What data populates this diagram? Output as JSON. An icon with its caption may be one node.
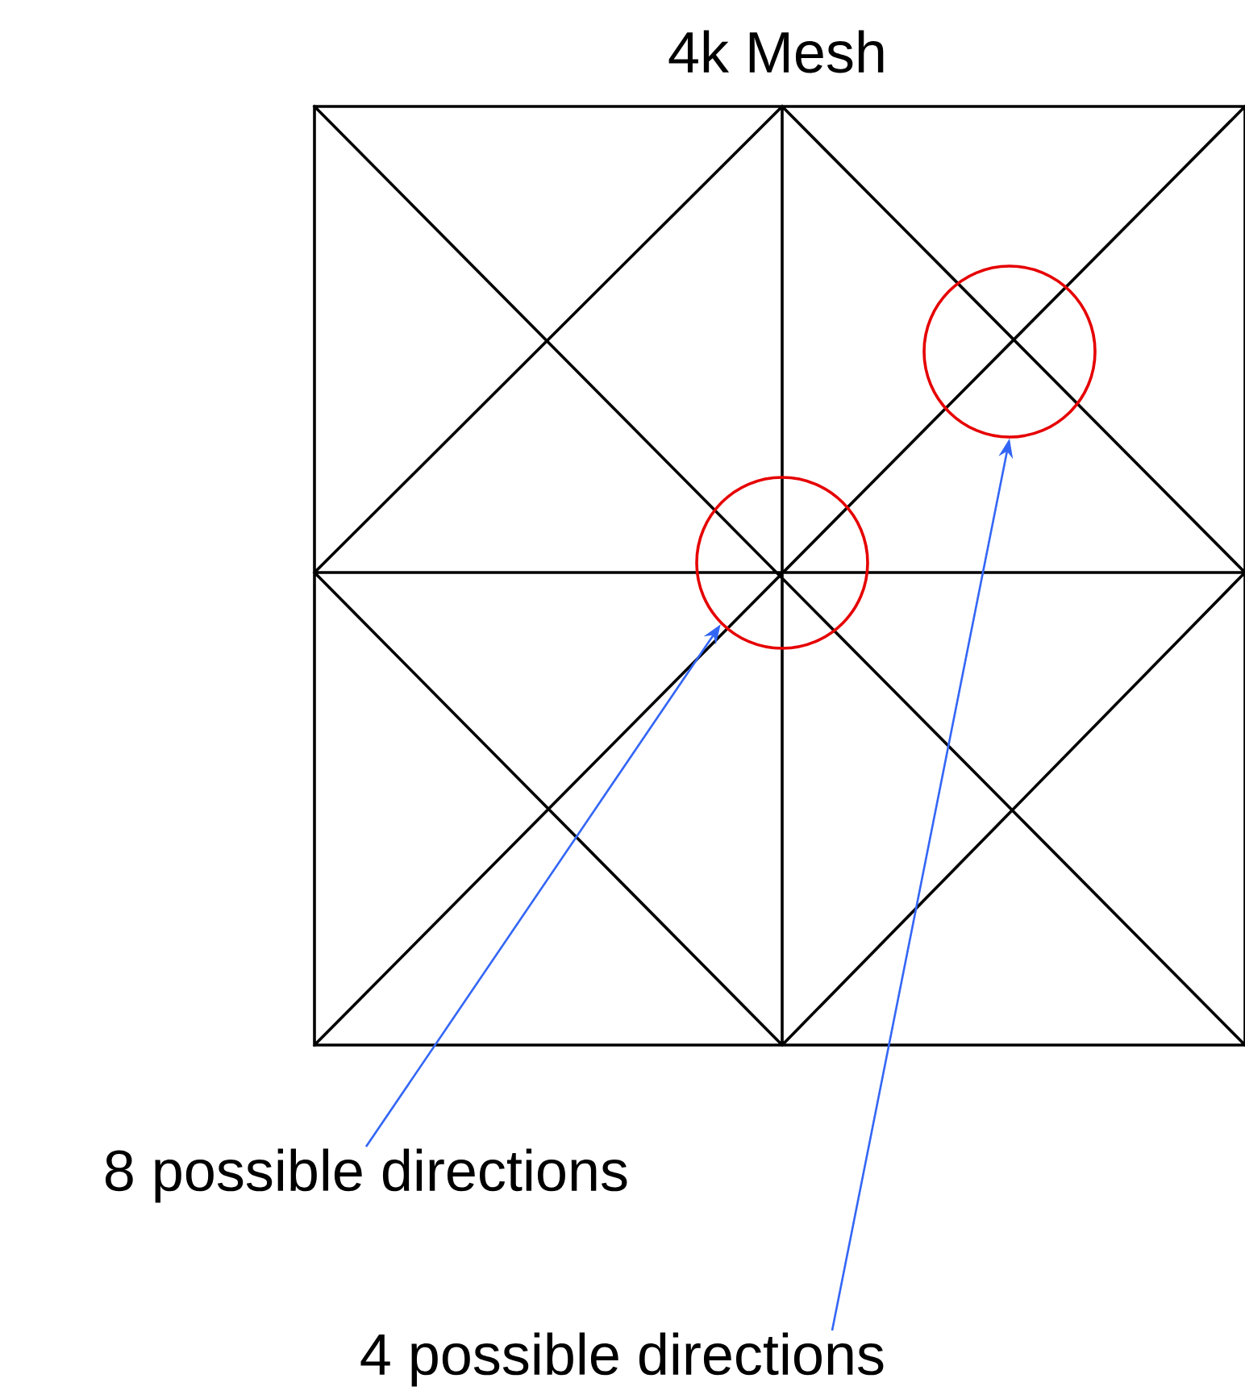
{
  "diagram": {
    "title": "4k Mesh",
    "nodes": [
      {
        "text": [],
        "shape": "circle"
      },
      {
        "text": [],
        "shape": "circle"
      },
      {
        "text": [
          "8 possible directions"
        ]
      },
      {
        "text": [
          "4 possible directions"
        ]
      }
    ],
    "edges": [
      {
        "from": 2,
        "to": 1,
        "arrow": "to"
      },
      {
        "from": 3,
        "to": 0,
        "arrow": "to"
      }
    ]
  }
}
